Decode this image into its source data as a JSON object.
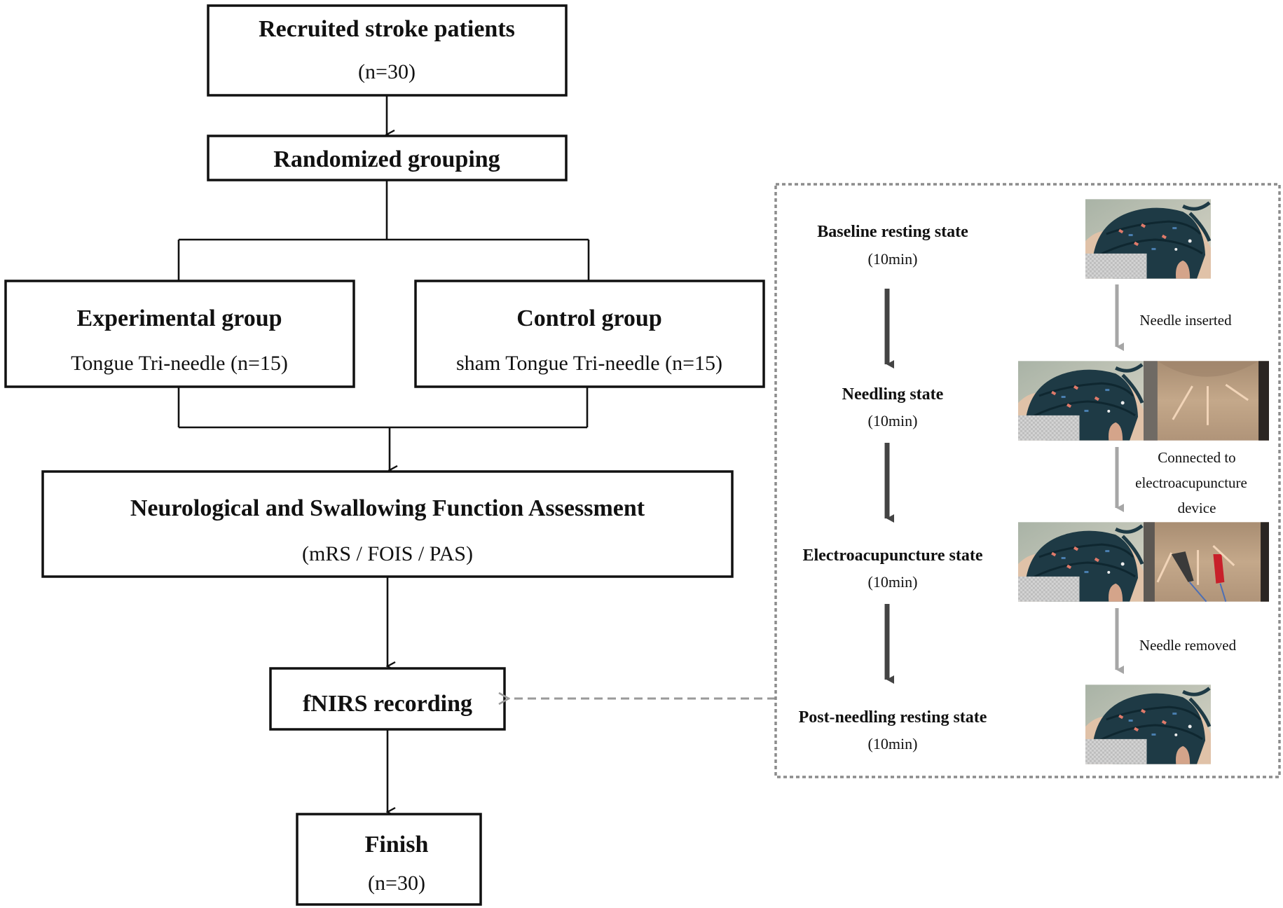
{
  "flow": {
    "recruited": {
      "title": "Recruited stroke patients",
      "sub": "(n=30)"
    },
    "randomized": {
      "title": "Randomized grouping"
    },
    "experimental": {
      "title": "Experimental group",
      "sub": "Tongue Tri-needle (n=15)"
    },
    "control": {
      "title": "Control group",
      "sub": "sham Tongue Tri-needle (n=15)"
    },
    "assessment": {
      "title": "Neurological and Swallowing Function Assessment",
      "sub": "(mRS / FOIS / PAS)"
    },
    "fnirs": {
      "title": "fNIRS recording"
    },
    "finish": {
      "title": "Finish",
      "sub": "(n=30)"
    }
  },
  "protocol": {
    "states": [
      {
        "label": "Baseline resting state",
        "duration": "(10min)"
      },
      {
        "label": "Needling state",
        "duration": "(10min)"
      },
      {
        "label": "Electroacupuncture state",
        "duration": "(10min)"
      },
      {
        "label": "Post-needling resting state",
        "duration": "(10min)"
      }
    ],
    "transitions": [
      {
        "lines": [
          "Needle inserted"
        ]
      },
      {
        "lines": [
          "Connected to",
          "electroacupuncture",
          "device"
        ]
      },
      {
        "lines": [
          "Needle removed"
        ]
      }
    ],
    "images": [
      {
        "name": "fnirs-cap-photo",
        "panels": [
          "head"
        ]
      },
      {
        "name": "needling-photo",
        "panels": [
          "head",
          "neck-needles"
        ]
      },
      {
        "name": "electroacupuncture-photo",
        "panels": [
          "head",
          "neck-electrodes"
        ]
      },
      {
        "name": "post-needling-photo",
        "panels": [
          "head"
        ]
      }
    ]
  },
  "colors": {
    "box_stroke": "#111111",
    "dashed_border": "#8c8c8c",
    "dark_arrow": "#444444",
    "gray_arrow": "#a6a6a6",
    "cap": "#1f3a44",
    "skin": "#b89a7c",
    "electrode_red": "#c8202a"
  }
}
